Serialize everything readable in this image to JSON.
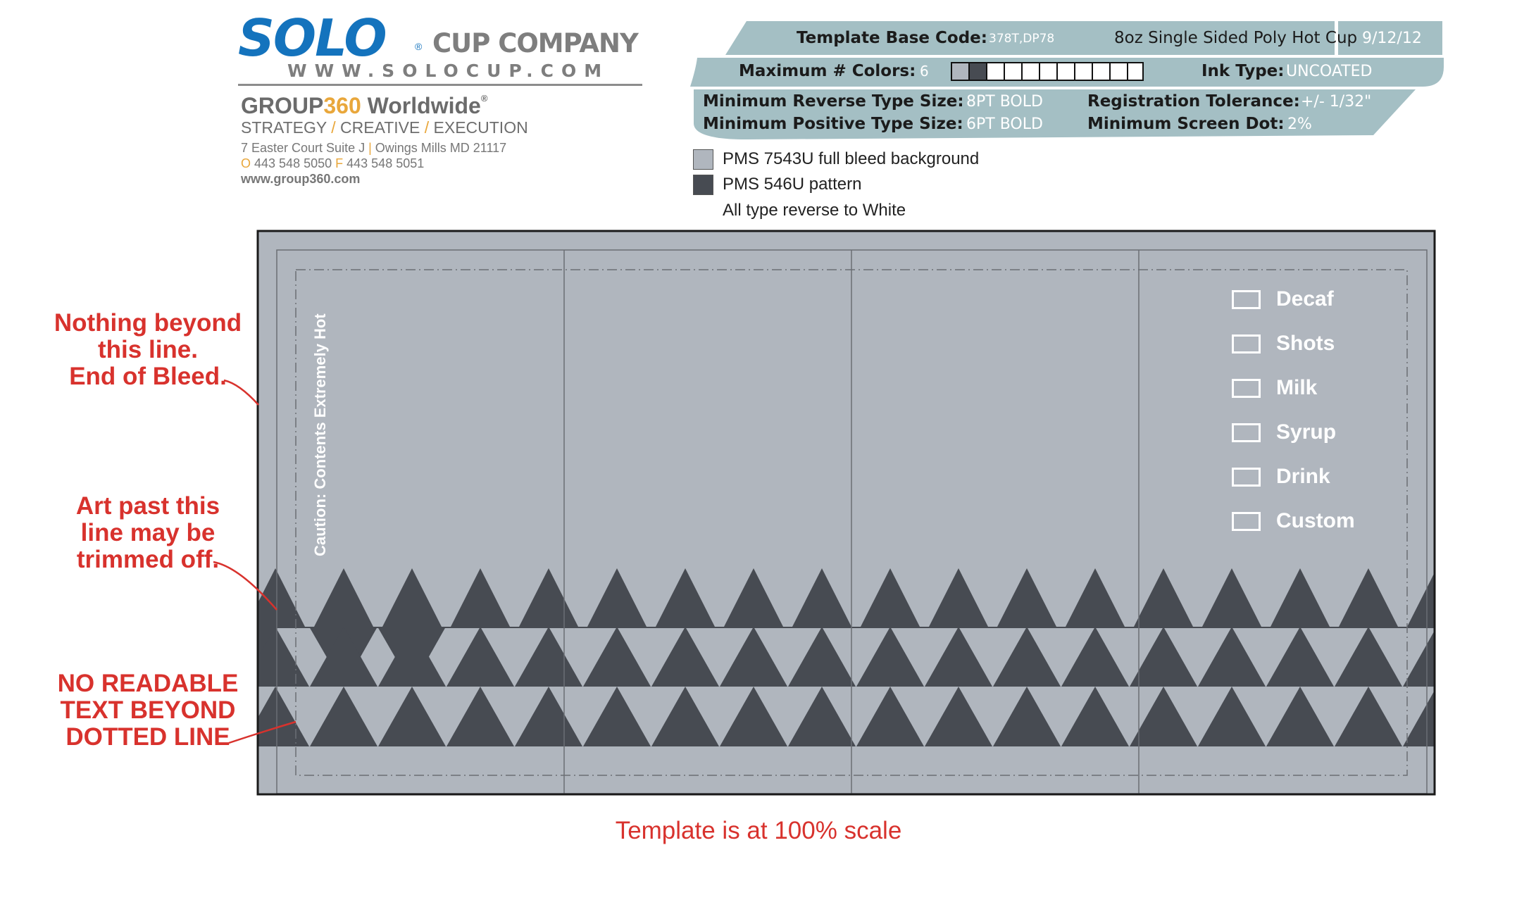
{
  "logo": {
    "brand": "SOLO",
    "registered": "®",
    "company": "CUP COMPANY",
    "url": "WWW.SOLOCUP.COM"
  },
  "agency": {
    "name_part1": "GROUP",
    "name_num": "360",
    "name_part2": " Worldwide",
    "reg": "®",
    "tagline_a": "STRATEGY",
    "tagline_b": "CREATIVE",
    "tagline_c": "EXECUTION",
    "tagline_sep": " / ",
    "address_a": "7 Easter Court Suite J",
    "address_sep": " | ",
    "address_b": "Owings Mills MD 21117",
    "phone_o_label": "O",
    "phone_o": " 443 548 5050 ",
    "phone_f_label": "F",
    "phone_f": " 443 548 5051",
    "website": "www.group360.com"
  },
  "specs": {
    "base_code_label": "Template Base Code:",
    "base_code_value": "378T,DP78",
    "product": "8oz Single Sided Poly Hot Cup",
    "date": "9/12/12",
    "max_colors_label": "Maximum # Colors:",
    "max_colors_value": "6",
    "ink_type_label": "Ink Type:",
    "ink_type_value": "UNCOATED",
    "min_reverse_label": "Minimum Reverse Type Size:",
    "min_reverse_value": "8PT BOLD",
    "reg_tol_label": "Registration Tolerance:",
    "reg_tol_value": "+/- 1/32\"",
    "min_positive_label": "Minimum Positive Type Size:",
    "min_positive_value": "6PT BOLD",
    "min_screen_label": "Minimum Screen Dot:",
    "min_screen_value": "2%"
  },
  "legend": [
    {
      "color": "#b0b6be",
      "label": "PMS 7543U full bleed background"
    },
    {
      "color": "#474b52",
      "label": "PMS 546U pattern"
    },
    {
      "color": "",
      "label": "All type reverse to White"
    }
  ],
  "annotations": {
    "bleed": [
      "Nothing beyond",
      "this line.",
      "End of Bleed."
    ],
    "trim": [
      "Art past this",
      "line may be",
      "trimmed off."
    ],
    "safe": [
      "NO READABLE",
      "TEXT BEYOND",
      "DOTTED LINE"
    ]
  },
  "caution_text": "Caution: Contents Extremely Hot",
  "checkboxes": [
    "Decaf",
    "Shots",
    "Milk",
    "Syrup",
    "Drink",
    "Custom"
  ],
  "scale_note": "Template is at 100% scale",
  "colors": {
    "header_bar": "#a4bfc4",
    "background": "#b0b6be",
    "pattern": "#474b52",
    "annotation": "#d8322d",
    "solo_blue": "#1473bd",
    "accent_orange": "#e9a73b"
  }
}
